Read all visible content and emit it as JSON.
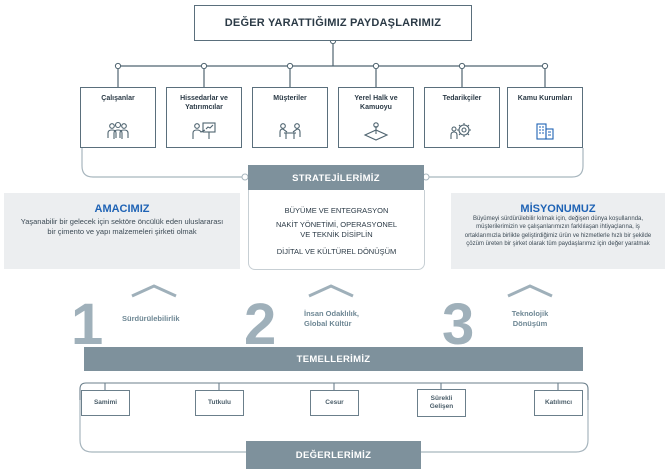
{
  "title": "DEĞER YARATTIĞIMIZ PAYDAŞLARIMIZ",
  "stakeholders": [
    {
      "label": "Çalışanlar",
      "icon": "employees-icon"
    },
    {
      "label": "Hissedarlar ve Yatırımcılar",
      "icon": "presentation-icon"
    },
    {
      "label": "Müşteriler",
      "icon": "meeting-icon"
    },
    {
      "label": "Yerel Halk ve Kamuoyu",
      "icon": "community-location-icon"
    },
    {
      "label": "Tedarikçiler",
      "icon": "gear-person-icon"
    },
    {
      "label": "Kamu Kurumları",
      "icon": "buildings-icon"
    }
  ],
  "strategies": {
    "bar_label": "STRATEJİLERİMİZ",
    "items": [
      "BÜYÜME VE ENTEGRASYON",
      "NAKİT YÖNETİMİ, OPERASYONEL VE TEKNİK DİSİPLİN",
      "DİJİTAL VE KÜLTÜREL DÖNÜŞÜM"
    ]
  },
  "purpose": {
    "title": "AMACIMIZ",
    "text": "Yaşanabilir bir gelecek için sektöre öncülük eden uluslararası bir çimento ve yapı malzemeleri şirketi olmak"
  },
  "mission": {
    "title": "MİSYONUMUZ",
    "text": "Büyümeyi sürdürülebilir kılmak için, değişen dünya koşullarında, müşterilerimizin ve çalışanlarımızın farklılaşan ihtiyaçlarına, iş ortaklarımızla birlikte geliştirdiğimiz ürün ve hizmetlerle hızlı bir şekilde çözüm üreten bir şirket olarak tüm paydaşlarımız için değer yaratmak"
  },
  "foundations": {
    "bar_label": "TEMELLERİMİZ",
    "items": [
      {
        "number": "1",
        "label": "Sürdürülebilirlik"
      },
      {
        "number": "2",
        "label": "İnsan Odaklılık, Global Kültür"
      },
      {
        "number": "3",
        "label": "Teknolojik Dönüşüm"
      }
    ]
  },
  "values": {
    "bar_label": "DEĞERLERİMİZ",
    "items": [
      "Samimi",
      "Tutkulu",
      "Cesur",
      "Sürekli Gelişen",
      "Katılımcı"
    ]
  },
  "colors": {
    "bar": "#7e919c",
    "accent": "#1f63b5",
    "panel": "#eceef0",
    "number": "#9fb0ba"
  }
}
